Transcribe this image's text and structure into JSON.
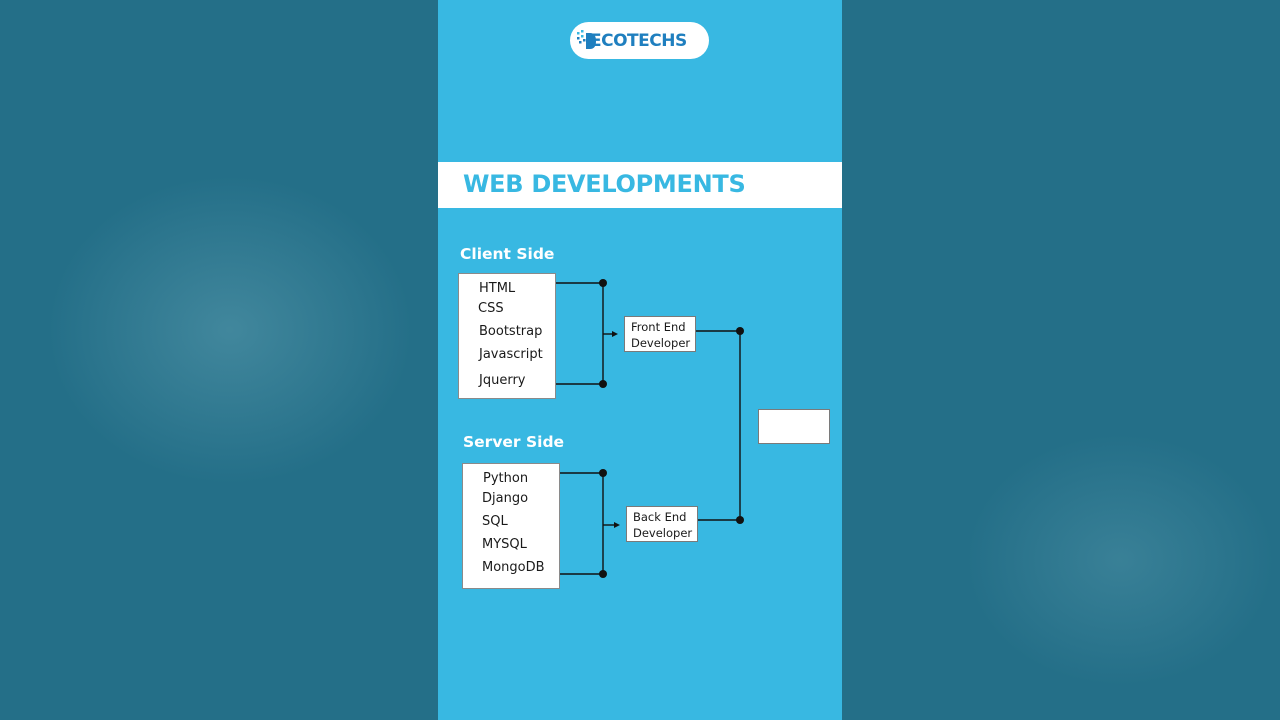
{
  "brand": {
    "logo_text": "ECOTECHS",
    "logo_color": "#1f7fbf"
  },
  "title": "WEB DEVELOPMENTS",
  "colors": {
    "panel_bg": "#38b8e2",
    "backdrop": "#246f88"
  },
  "client": {
    "label": "Client Side",
    "items": [
      "HTML",
      "CSS",
      "Bootstrap",
      "Javascript",
      "Jquerry"
    ],
    "role_lines": [
      "Front End",
      "Developer"
    ]
  },
  "server": {
    "label": "Server Side",
    "items": [
      "Python",
      "Django",
      "SQL",
      "MYSQL",
      "MongoDB"
    ],
    "role_lines": [
      "Back End",
      "Developer"
    ]
  }
}
